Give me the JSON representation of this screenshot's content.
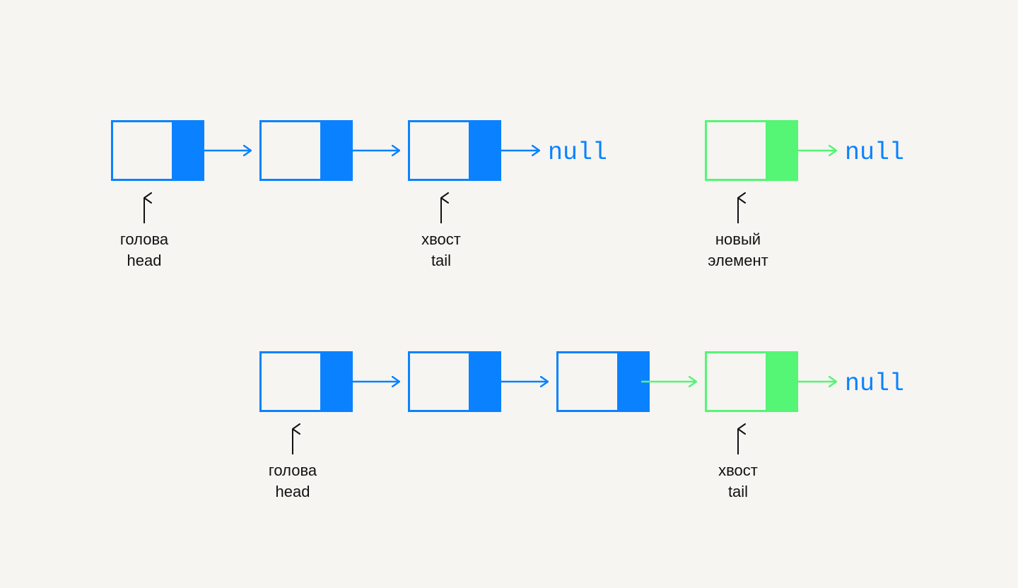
{
  "colors": {
    "background": "#f6f5f2",
    "list_blue": "#0a82ff",
    "new_green": "#55f575",
    "null_text": "#0a82ff",
    "caption_text": "#111111"
  },
  "null_label": "null",
  "rows": [
    {
      "id": "before",
      "nodes": [
        {
          "color": "list_blue",
          "caption": [
            "голова",
            "head"
          ]
        },
        {
          "color": "list_blue",
          "caption": null
        },
        {
          "color": "list_blue",
          "caption": [
            "хвост",
            "tail"
          ],
          "to_null": true
        },
        {
          "color": "new_green",
          "caption": [
            "новый",
            "элемент"
          ],
          "to_null": true,
          "detached": true
        }
      ]
    },
    {
      "id": "after",
      "nodes": [
        {
          "color": "list_blue",
          "caption": [
            "голова",
            "head"
          ]
        },
        {
          "color": "list_blue",
          "caption": null
        },
        {
          "color": "list_blue",
          "caption": null,
          "link_color": "new_green"
        },
        {
          "color": "new_green",
          "caption": [
            "хвост",
            "tail"
          ],
          "to_null": true
        }
      ]
    }
  ]
}
